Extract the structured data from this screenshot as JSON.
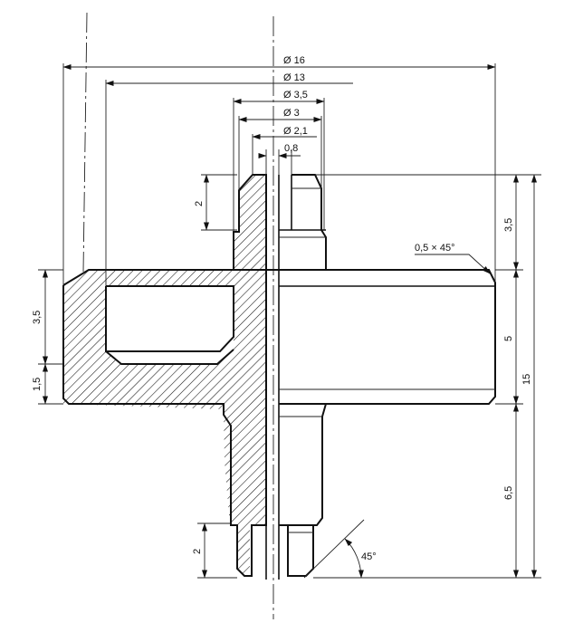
{
  "dimensions": {
    "d16": "Ø 16",
    "d13": "Ø 13",
    "d35": "Ø 3,5",
    "d3": "Ø 3",
    "d21": "Ø 2,1",
    "w08": "0,8",
    "h2_top": "2",
    "h35_left": "3,5",
    "h15_left": "1,5",
    "h35_right": "3,5",
    "h5_right": "5",
    "h15_total": "15",
    "h65_right": "6,5",
    "h2_bottom": "2",
    "chamfer": "0,5 × 45°",
    "angle": "45°"
  }
}
